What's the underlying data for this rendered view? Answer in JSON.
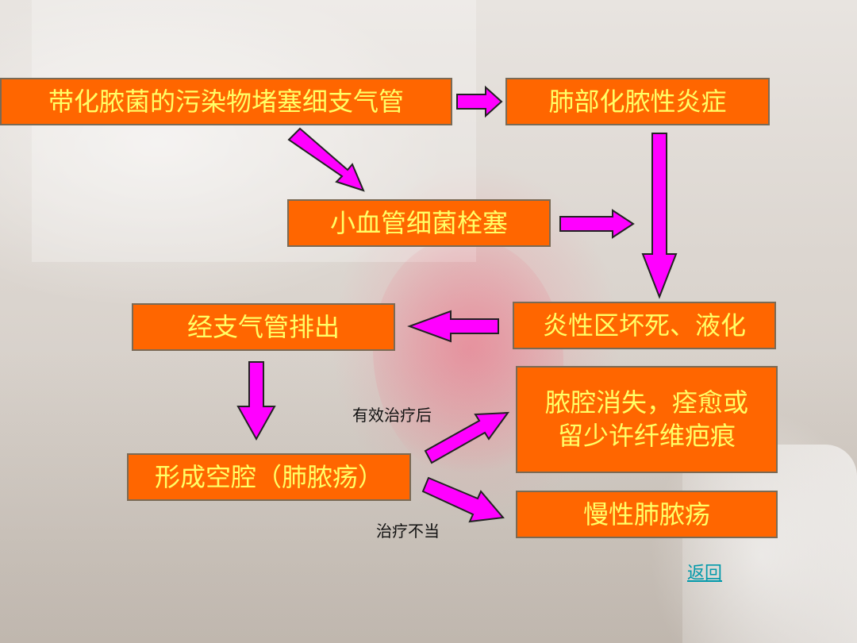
{
  "nodes": {
    "source": "带化脓菌的污染物堵塞细支气管",
    "lung_inflammation": "肺部化脓性炎症",
    "vessel_embolism": "小血管细菌栓塞",
    "necrosis": "炎性区坏死、液化",
    "bronchial_discharge": "经支气管排出",
    "cavity": "形成空腔（肺脓疡）",
    "healing_line1": "脓腔消失，痊愈或",
    "healing_line2": "留少许纤维疤痕",
    "chronic": "慢性肺脓疡"
  },
  "edge_labels": {
    "effective_treatment": "有效治疗后",
    "improper_treatment": "治疗不当"
  },
  "nav": {
    "back_link": "返回"
  },
  "colors": {
    "box_fill": "#ff6600",
    "box_text": "#ffff66",
    "arrow_fill": "#ff00ff",
    "arrow_stroke": "#222222",
    "link": "#0099aa"
  }
}
